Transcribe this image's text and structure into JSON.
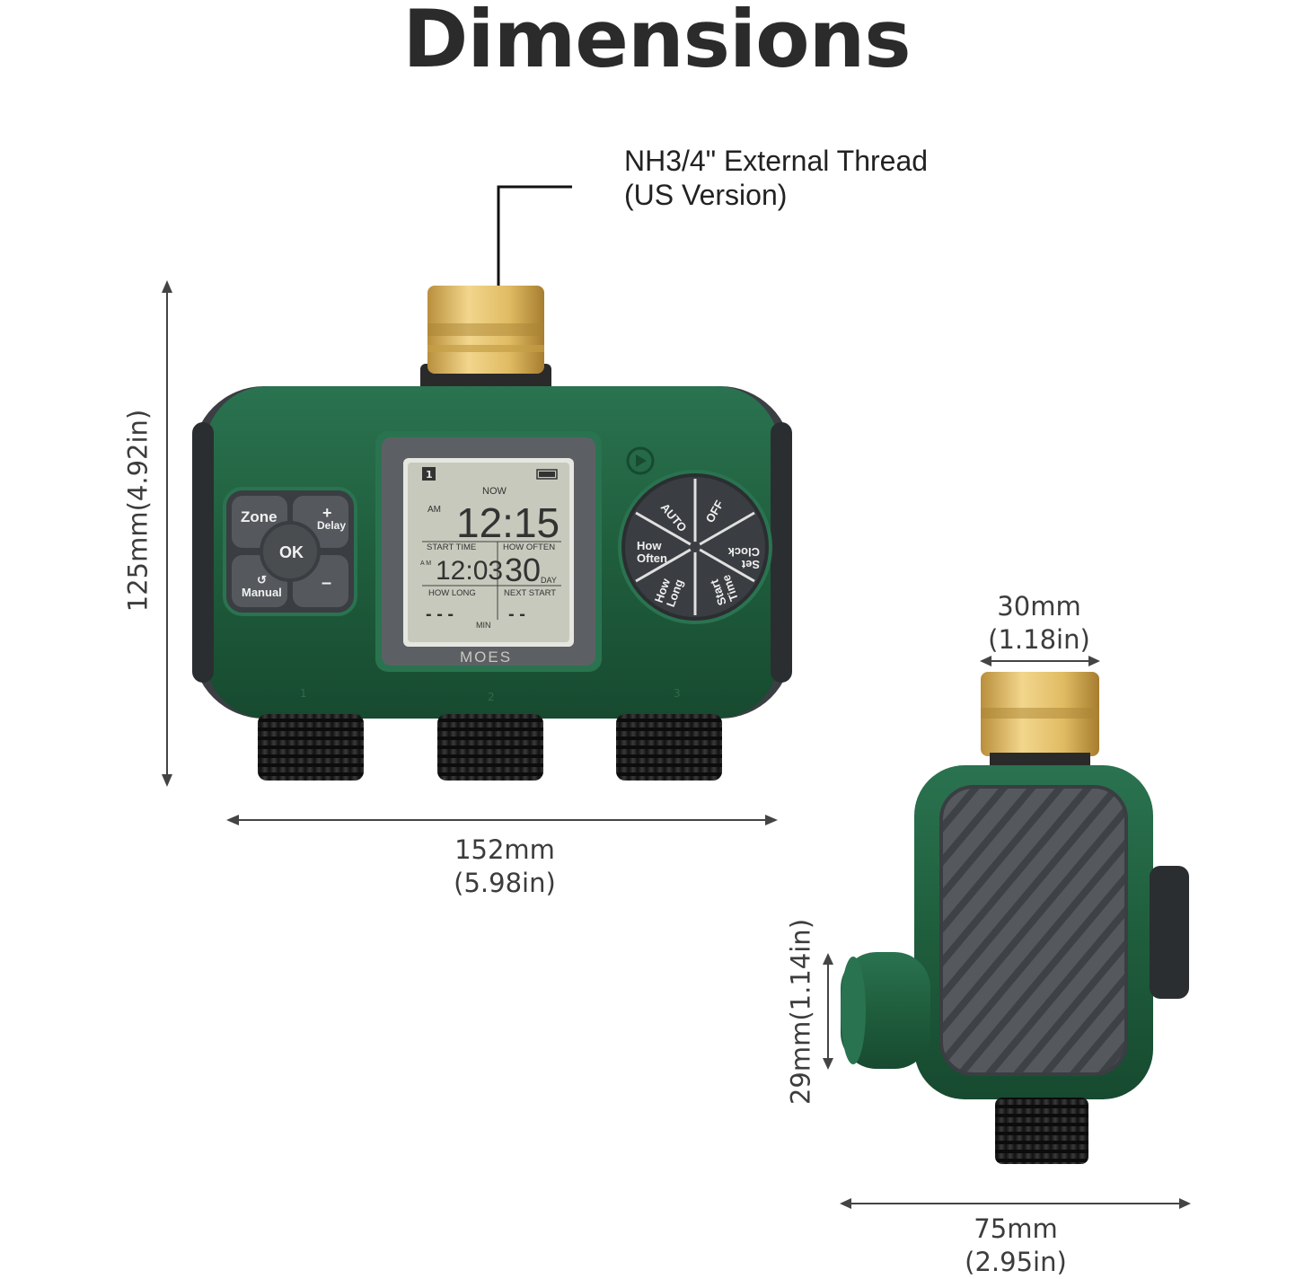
{
  "title": "Dimensions",
  "thread_callout": {
    "line1": "NH3/4\" External Thread",
    "line2": "(US Version)"
  },
  "front_view": {
    "height": {
      "mm": "125mm(4.92in)"
    },
    "width": {
      "mm": "152mm",
      "in": "(5.98in)"
    },
    "buttons": {
      "zone": "Zone",
      "delay_plus": "+",
      "delay": "Delay",
      "ok": "OK",
      "manual": "Manual",
      "minus": "–"
    },
    "lcd": {
      "zone_number": "1",
      "now_label": "NOW",
      "am_label": "AM",
      "clock": "12:15",
      "start_time_label": "START TIME",
      "how_often_label": "HOW OFTEN",
      "start_am": "A M",
      "start_time": "12:03",
      "how_often": "30",
      "day_label": "DAY",
      "how_long_label": "HOW LONG",
      "next_start_label": "NEXT START",
      "how_long": "- - -",
      "next_start": "- -",
      "min_label": "MIN"
    },
    "brand": "MOES",
    "dial": {
      "auto": "AUTO",
      "off": "OFF",
      "how_often": "How Often",
      "set_clock": "Set Clock",
      "how_long": "How Long",
      "start_time": "Start Time"
    },
    "outlet_numbers": [
      "1",
      "2",
      "3"
    ]
  },
  "side_view": {
    "top_width": {
      "mm": "30mm",
      "in": "(1.18in)"
    },
    "inlet_height": {
      "mm": "29mm(1.14in)"
    },
    "depth": {
      "mm": "75mm",
      "in": "(2.95in)"
    }
  },
  "colors": {
    "body_green": "#1f5e3d",
    "accent_gray": "#4a4d50",
    "brass": "#d9b45e",
    "lcd_bg": "#c8c9bd"
  }
}
